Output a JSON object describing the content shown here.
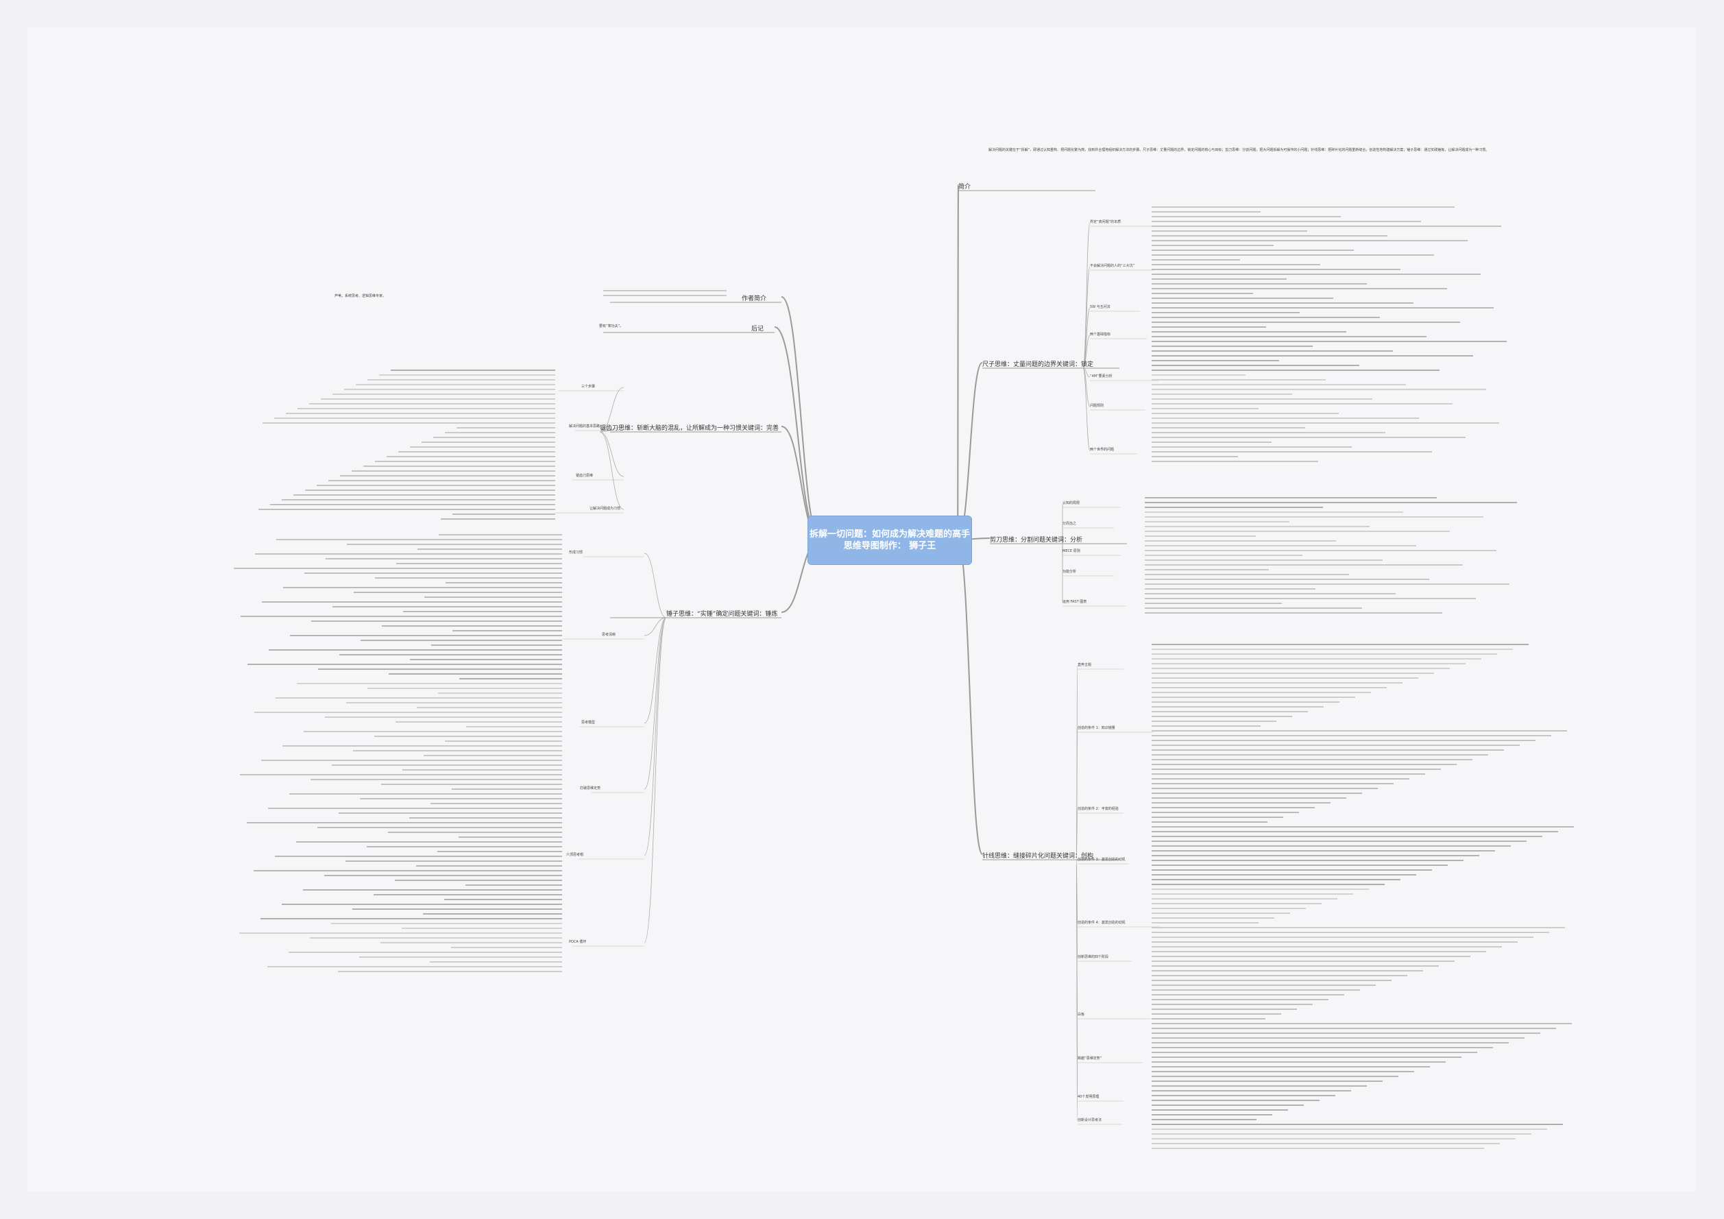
{
  "root": {
    "title": "拆解一切问题：如何成为解决难题的高手",
    "subtitle": "思维导图制作： 狮子王"
  },
  "branches": {
    "intro": "简介",
    "boundary": "尺子思维：丈量问题的边界关键词：锁定",
    "scissors": "剪刀思维：分割问题关键词：分析",
    "needle": "针线思维：缝接碎片化问题关键词：创构",
    "author": "作者简介",
    "afterword": "后记",
    "razor": "锯齿刀思维：斩断大脑的混乱，让所解成为一种习惯关键词：完善",
    "hammer": "锤子思维：“实锤”确定问题关键词：锤炼"
  },
  "intro": {
    "paragraph": "解决问题的关键在于“拆解”，即通过认知重构、把问题化繁为简，找到并合理地组织解决方法的步骤。尺子思维：丈量问题的边界，锁定问题的核心与目标；剪刀思维：分割问题，把大问题拆解为可操作的小问题；针线思维：把碎片化的问题重新缝合，创造性地构建解决方案；锤子思维：通过实践锤炼，让解决问题成为一种习惯。"
  },
  "boundary": {
    "sub1": "界定“真问题”的本质",
    "sub2": "不会解决问题的人的“三大坑”",
    "sub3": "5W 与五问法",
    "sub4": "两个基础指标",
    "sub5": "“4M”要素分析",
    "sub6": "问题规则",
    "sub7": "两个世界的问题"
  },
  "scissors": {
    "sub1": "认知的局限",
    "sub2": "分而治之",
    "sub3": "MECE 原则",
    "sub4": "功能分析",
    "sub5": "运用 FAST 图表"
  },
  "needle": {
    "sub1": "直奔主题",
    "sub2": "创造的条件 1：知识储量",
    "sub3": "创造的条件 2：丰富的经验",
    "sub4": "创造的条件 3：激发创造的动机",
    "sub5": "创造的条件 4：激发创造的动机",
    "sub6": "创新思维的四个阶段",
    "sub7": "白板",
    "sub8": "跨越“思维定势”",
    "sub9": "40个发明原理",
    "sub10": "创新设计思考法"
  },
  "author": {
    "text": "芦苇，系统思考、逻辑思维专家。"
  },
  "afterword": {
    "text": "要有“笨功夫”。"
  },
  "razor": {
    "sub1": "三个步骤",
    "sub2": "解决问题的基本思路",
    "sub3": "锯齿刀思维",
    "sub4": "让解决问题成为习惯"
  },
  "hammer": {
    "sub1": "形成习惯",
    "sub2": "思考清晰",
    "sub3": "思考模型",
    "sub4": "打破思维定势",
    "sub5": "六顶思考帽",
    "sub6": "PDCA 循环"
  }
}
